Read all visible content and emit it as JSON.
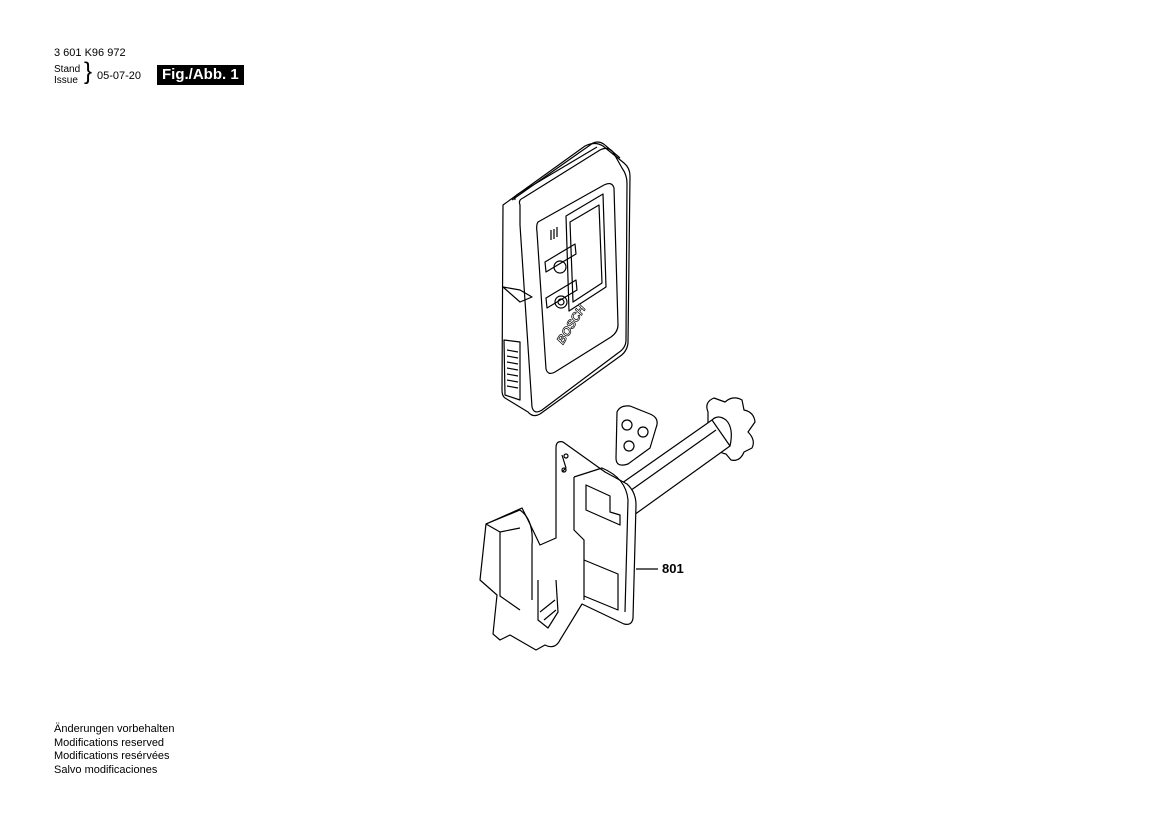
{
  "header": {
    "part_number": "3 601 K96 972",
    "stand_label": "Stand",
    "issue_label": "Issue",
    "date": "05-07-20",
    "figure_label": "Fig./Abb. 1"
  },
  "drawing": {
    "brand_on_device": "BOSCH",
    "callouts": [
      {
        "number": "801"
      }
    ]
  },
  "notes": [
    "Änderungen vorbehalten",
    "Modifications reserved",
    "Modifications resérvées",
    "Salvo modificaciones"
  ]
}
